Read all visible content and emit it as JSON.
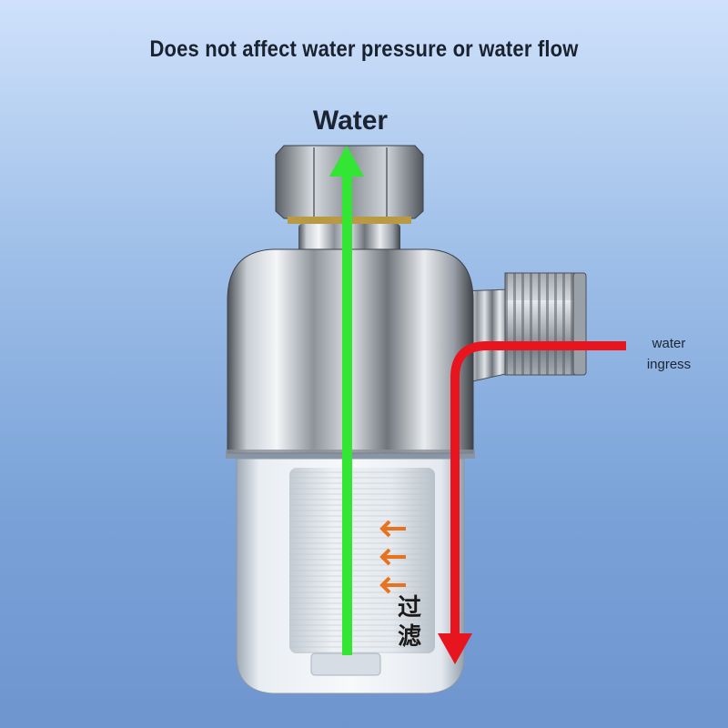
{
  "headline": "Does not affect water pressure or water flow",
  "outlet_label": "Water",
  "inlet_label": {
    "line1": "water",
    "line2": "ingress"
  },
  "filter_label": {
    "char1": "过",
    "char2": "滤"
  },
  "colors": {
    "outlet_arrow": "#33e633",
    "inlet_arrow": "#e8141e",
    "filter_arrows": "#e8731e",
    "background_top": "#cfe1fb",
    "background_bottom": "#6f95cf"
  },
  "icons": {
    "device": "pre-filter-icon",
    "outlet_arrow": "up-arrow-icon",
    "inlet_arrow": "down-arrow-icon",
    "filter_arrows": "left-arrow-icon"
  }
}
